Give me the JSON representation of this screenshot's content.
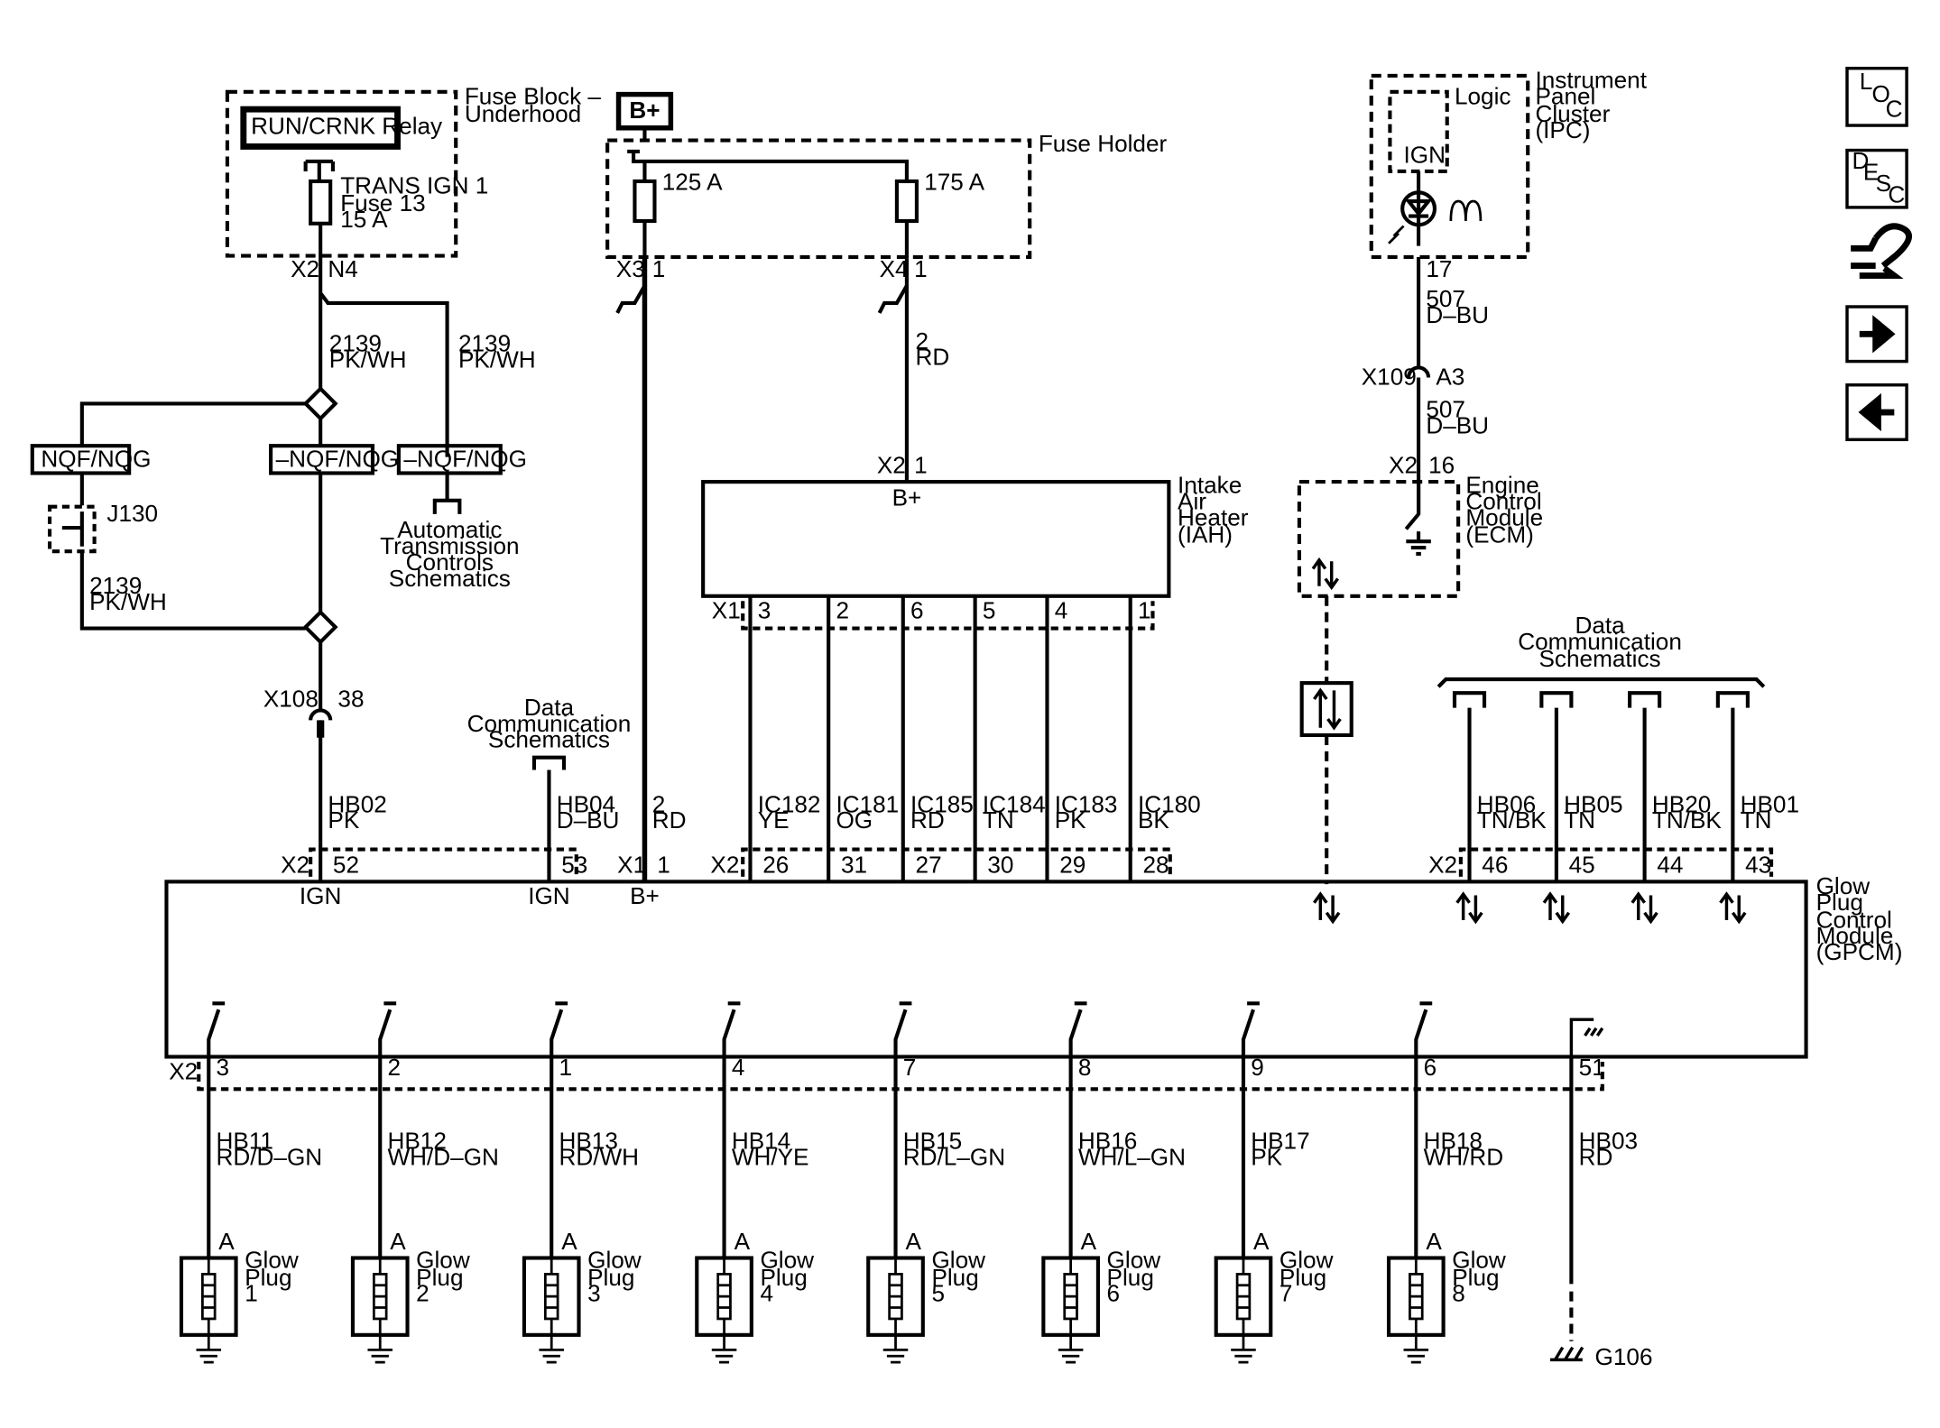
{
  "fuse_block": {
    "title_line1": "Fuse Block –",
    "title_line2": "Underhood",
    "relay": "RUN/CRNK Relay",
    "fuse_line1": "TRANS IGN 1",
    "fuse_line2": "Fuse 13",
    "fuse_line3": "15 A",
    "conn": "X2",
    "pin": "N4"
  },
  "battery": "B+",
  "fuse_holder": {
    "title": "Fuse Holder",
    "fuse1": "125 A",
    "fuse2": "175 A",
    "conn1": "X3",
    "pin1": "1",
    "conn2": "X4",
    "pin2": "1"
  },
  "ipc": {
    "line1": "Instrument",
    "line2": "Panel",
    "line3": "Cluster",
    "line4": "(IPC)",
    "logic": "Logic",
    "ign": "IGN",
    "pin": "17",
    "wire1_circuit": "507",
    "wire1_color": "D–BU",
    "inline_conn": "X109",
    "inline_pin": "A3",
    "wire2_circuit": "507",
    "wire2_color": "D–BU"
  },
  "ecm": {
    "line1": "Engine",
    "line2": "Control",
    "line3": "Module",
    "line4": "(ECM)",
    "conn": "X2",
    "pin": "16"
  },
  "left": {
    "wire_a_circuit": "2139",
    "wire_a_color": "PK/WH",
    "wire_b_circuit": "2139",
    "wire_b_color": "PK/WH",
    "opt1": "NQF/NQG",
    "opt2": "–NQF/NQG",
    "opt3": "–NQF/NQG",
    "auto_line1": "Automatic",
    "auto_line2": "Transmission",
    "auto_line3": "Controls",
    "auto_line4": "Schematics",
    "j130": "J130",
    "wire_c_circuit": "2139",
    "wire_c_color": "PK/WH",
    "x108": "X108",
    "x108_pin": "38"
  },
  "data_comm_left": {
    "line1": "Data",
    "line2": "Communication",
    "line3": "Schematics"
  },
  "data_comm_right": {
    "line1": "Data",
    "line2": "Communication",
    "line3": "Schematics"
  },
  "iah": {
    "line1": "Intake",
    "line2": "Air",
    "line3": "Heater",
    "line4": "(IAH)",
    "conn_top": "X2",
    "pin_top": "1",
    "bplus": "B+",
    "wire_circuit": "2",
    "wire_color": "RD",
    "conn_bottom": "X1",
    "pins": [
      "3",
      "2",
      "6",
      "5",
      "4",
      "1"
    ]
  },
  "gpcm": {
    "line1": "Glow",
    "line2": "Plug",
    "line3": "Control",
    "line4": "Module",
    "line5": "(GPCM)",
    "ign1": "IGN",
    "ign2": "IGN",
    "bplus": "B+",
    "top_conn_x2a": "X2",
    "top_conn_x1": "X1",
    "top_conn_x2b": "X2",
    "top_conn_x2c": "X2",
    "bottom_conn": "X2"
  },
  "gpcm_top_wires": [
    {
      "circuit": "HB02",
      "color": "PK",
      "pin": "52"
    },
    {
      "circuit": "HB04",
      "color": "D–BU",
      "pin": "53"
    },
    {
      "circuit": "2",
      "color": "RD",
      "pin": "1"
    },
    {
      "circuit": "IC182",
      "color": "YE",
      "pin": "26"
    },
    {
      "circuit": "IC181",
      "color": "OG",
      "pin": "31"
    },
    {
      "circuit": "IC185",
      "color": "RD",
      "pin": "27"
    },
    {
      "circuit": "IC184",
      "color": "TN",
      "pin": "30"
    },
    {
      "circuit": "IC183",
      "color": "PK",
      "pin": "29"
    },
    {
      "circuit": "IC180",
      "color": "BK",
      "pin": "28"
    },
    {
      "circuit": "HB06",
      "color": "TN/BK",
      "pin": "46"
    },
    {
      "circuit": "HB05",
      "color": "TN",
      "pin": "45"
    },
    {
      "circuit": "HB20",
      "color": "TN/BK",
      "pin": "44"
    },
    {
      "circuit": "HB01",
      "color": "TN",
      "pin": "43"
    }
  ],
  "glow_plugs": [
    {
      "pin": "3",
      "circuit": "HB11",
      "color": "RD/D–GN",
      "term": "A",
      "l1": "Glow",
      "l2": "Plug",
      "num": "1"
    },
    {
      "pin": "2",
      "circuit": "HB12",
      "color": "WH/D–GN",
      "term": "A",
      "l1": "Glow",
      "l2": "Plug",
      "num": "2"
    },
    {
      "pin": "1",
      "circuit": "HB13",
      "color": "RD/WH",
      "term": "A",
      "l1": "Glow",
      "l2": "Plug",
      "num": "3"
    },
    {
      "pin": "4",
      "circuit": "HB14",
      "color": "WH/YE",
      "term": "A",
      "l1": "Glow",
      "l2": "Plug",
      "num": "4"
    },
    {
      "pin": "7",
      "circuit": "HB15",
      "color": "RD/L–GN",
      "term": "A",
      "l1": "Glow",
      "l2": "Plug",
      "num": "5"
    },
    {
      "pin": "8",
      "circuit": "HB16",
      "color": "WH/L–GN",
      "term": "A",
      "l1": "Glow",
      "l2": "Plug",
      "num": "6"
    },
    {
      "pin": "9",
      "circuit": "HB17",
      "color": "PK",
      "term": "A",
      "l1": "Glow",
      "l2": "Plug",
      "num": "7"
    },
    {
      "pin": "6",
      "circuit": "HB18",
      "color": "WH/RD",
      "term": "A",
      "l1": "Glow",
      "l2": "Plug",
      "num": "8"
    }
  ],
  "ground": {
    "pin": "51",
    "circuit": "HB03",
    "color": "RD",
    "label": "G106"
  },
  "nav": {
    "loc_l": "L",
    "loc_o": "O",
    "loc_c": "C",
    "desc_d": "D",
    "desc_e": "E",
    "desc_s": "S",
    "desc_c": "C"
  }
}
